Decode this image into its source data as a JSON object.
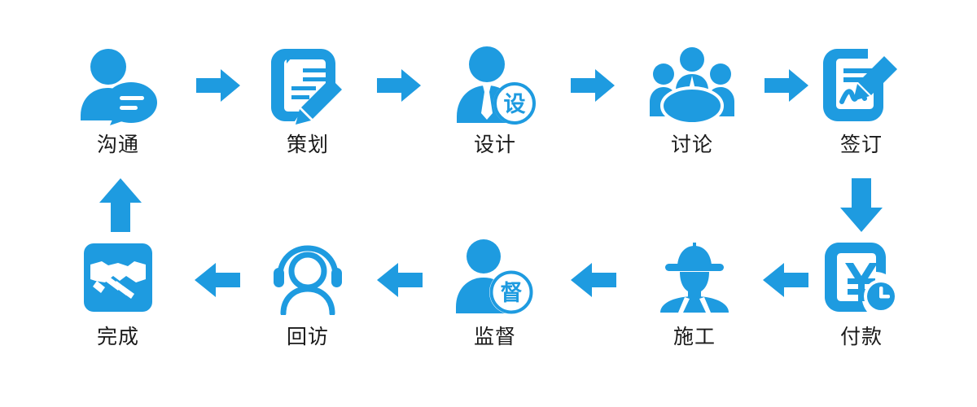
{
  "diagram": {
    "title": "service-process-flow",
    "accent_color": "#1E9BE0",
    "label_color": "#1a1a1a",
    "background_color": "#ffffff"
  },
  "steps": [
    {
      "id": "step-1",
      "label": "沟通",
      "icon": "person-speech-bubble-icon",
      "row": "top",
      "order": 1
    },
    {
      "id": "step-2",
      "label": "策划",
      "icon": "document-pencil-icon",
      "row": "top",
      "order": 2
    },
    {
      "id": "step-3",
      "label": "设计",
      "icon": "designer-badge-icon",
      "row": "top",
      "order": 3,
      "badge_char": "设"
    },
    {
      "id": "step-4",
      "label": "讨论",
      "icon": "meeting-group-icon",
      "row": "top",
      "order": 4
    },
    {
      "id": "step-5",
      "label": "签订",
      "icon": "contract-signature-icon",
      "row": "top",
      "order": 5
    },
    {
      "id": "step-6",
      "label": "付款",
      "icon": "yuan-invoice-clock-icon",
      "row": "bottom",
      "order": 6
    },
    {
      "id": "step-7",
      "label": "施工",
      "icon": "hardhat-worker-icon",
      "row": "bottom",
      "order": 7
    },
    {
      "id": "step-8",
      "label": "监督",
      "icon": "supervisor-badge-icon",
      "row": "bottom",
      "order": 8,
      "badge_char": "督"
    },
    {
      "id": "step-9",
      "label": "回访",
      "icon": "headset-agent-icon",
      "row": "bottom",
      "order": 9
    },
    {
      "id": "step-10",
      "label": "完成",
      "icon": "handshake-square-icon",
      "row": "bottom",
      "order": 10
    }
  ],
  "connectors": [
    {
      "id": "arrow-1",
      "direction": "right",
      "from": "沟通",
      "to": "策划"
    },
    {
      "id": "arrow-2",
      "direction": "right",
      "from": "策划",
      "to": "设计"
    },
    {
      "id": "arrow-3",
      "direction": "right",
      "from": "设计",
      "to": "讨论"
    },
    {
      "id": "arrow-4",
      "direction": "right",
      "from": "讨论",
      "to": "签订"
    },
    {
      "id": "arrow-5",
      "direction": "down",
      "from": "签订",
      "to": "付款"
    },
    {
      "id": "arrow-6",
      "direction": "left",
      "from": "付款",
      "to": "施工"
    },
    {
      "id": "arrow-7",
      "direction": "left",
      "from": "施工",
      "to": "监督"
    },
    {
      "id": "arrow-8",
      "direction": "left",
      "from": "监督",
      "to": "回访"
    },
    {
      "id": "arrow-9",
      "direction": "left",
      "from": "回访",
      "to": "完成"
    },
    {
      "id": "arrow-10",
      "direction": "up",
      "from": "完成",
      "to": "沟通"
    }
  ]
}
